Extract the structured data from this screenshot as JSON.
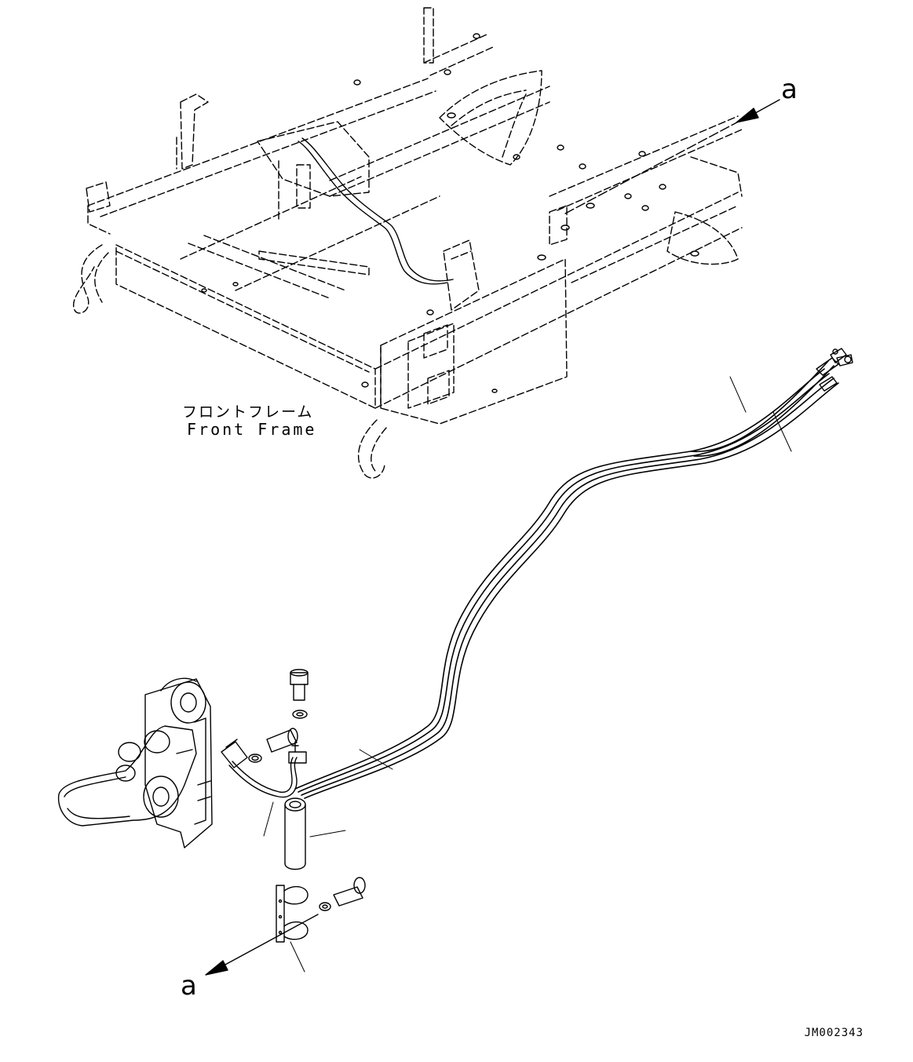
{
  "labels": {
    "front_frame_jp": "フロントフレーム",
    "front_frame_en": "Front Frame",
    "ref_a_top": "a",
    "ref_a_bottom": "a",
    "drawing_code": "JM002343"
  }
}
